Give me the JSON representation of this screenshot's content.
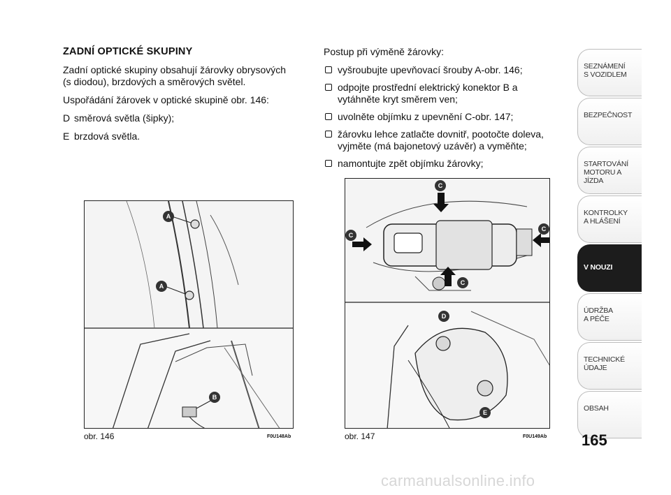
{
  "left": {
    "title": "ZADNÍ OPTICKÉ SKUPINY",
    "para1": "Zadní optické skupiny obsahují žárovky obrysových (s diodou), brzdových a směrových světel.",
    "para2": "Uspořádání žárovek v optické skupině obr. 146:",
    "items": [
      {
        "key": "D",
        "text": "směrová světla (šipky);"
      },
      {
        "key": "E",
        "text": "brzdová světla."
      }
    ]
  },
  "right": {
    "intro": "Postup při výměně žárovky:",
    "steps": [
      "vyšroubujte upevňovací šrouby A-obr. 146;",
      "odpojte prostřední elektrický konektor B a vytáhněte kryt směrem ven;",
      "uvolněte objímku z upevnění C-obr. 147;",
      "žárovku lehce zatlačte dovnitř, pootočte doleva, vyjměte (má bajonetový uzávěr) a vyměňte;",
      "namontujte zpět objímku žárovky;"
    ]
  },
  "fig146": {
    "caption": "obr. 146",
    "code": "F0U148Ab",
    "labels": [
      "A",
      "A",
      "B"
    ]
  },
  "fig147": {
    "caption": "obr. 147",
    "code": "F0U149Ab",
    "labels": [
      "C",
      "C",
      "C",
      "C",
      "D",
      "E"
    ]
  },
  "sidebar": {
    "tabs": [
      {
        "line1": "SEZNÁMENÍ",
        "line2": "S VOZIDLEM",
        "active": false
      },
      {
        "line1": "BEZPEČNOST",
        "line2": "",
        "active": false
      },
      {
        "line1": "STARTOVÁNÍ",
        "line2": "MOTORU A JÍZDA",
        "active": false
      },
      {
        "line1": "KONTROLKY",
        "line2": "A HLÁŠENÍ",
        "active": false
      },
      {
        "line1": "V NOUZI",
        "line2": "",
        "active": true
      },
      {
        "line1": "ÚDRŽBA",
        "line2": "A PÉČE",
        "active": false
      },
      {
        "line1": "TECHNICKÉ",
        "line2": "ÚDAJE",
        "active": false
      },
      {
        "line1": "OBSAH",
        "line2": "",
        "active": false
      }
    ]
  },
  "page_number": "165",
  "watermark": "carmanualsonline.info",
  "colors": {
    "active_tab": "#1c1c1c",
    "label_badge": "#333333"
  }
}
